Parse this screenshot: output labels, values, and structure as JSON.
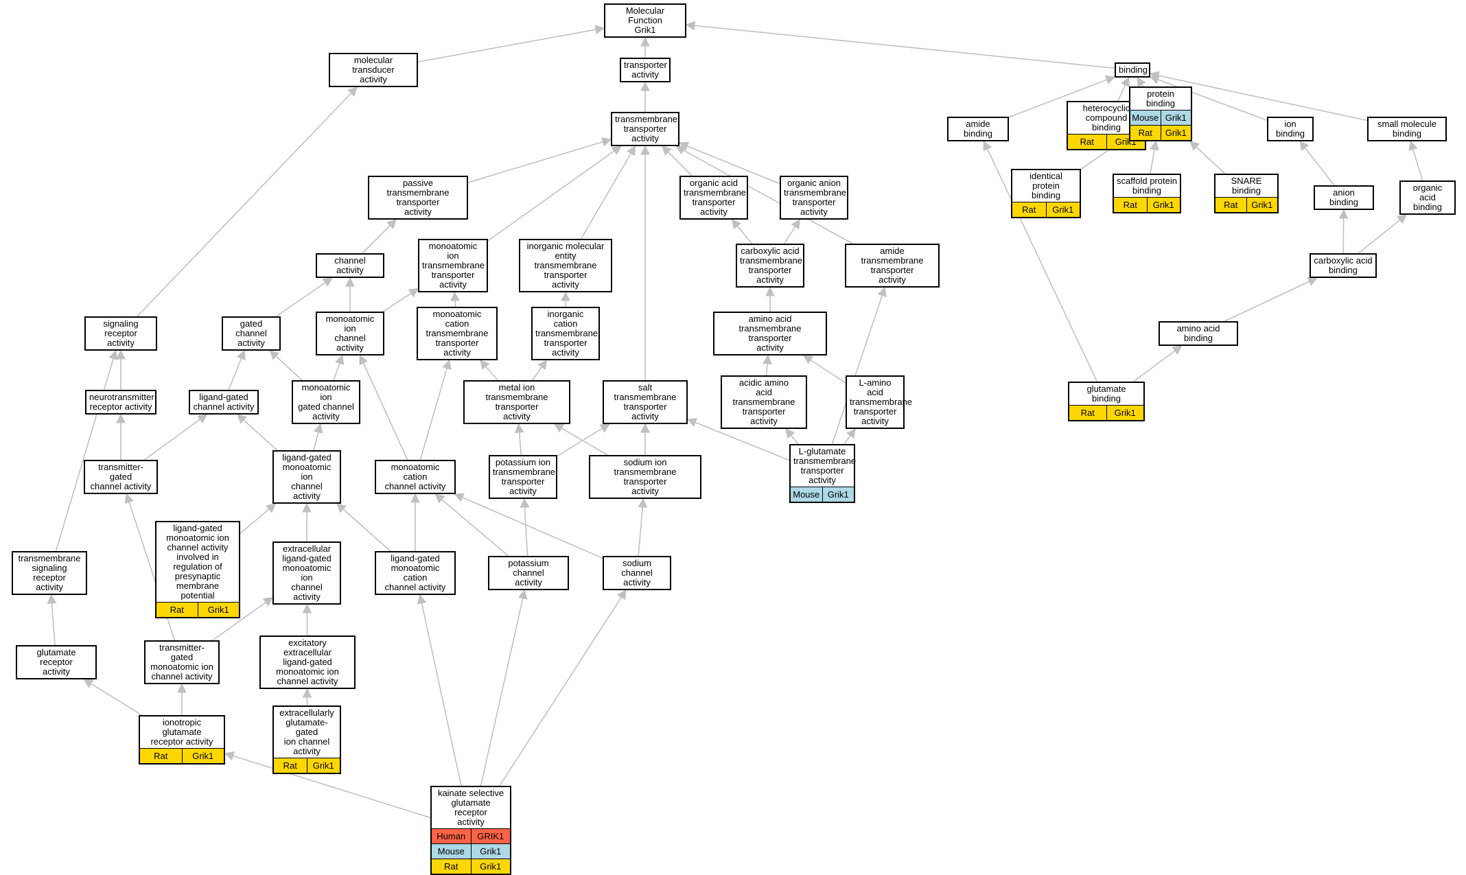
{
  "diagram": {
    "title": "Molecular Function Grik1",
    "colors": {
      "edge": "#c0c0c0",
      "border": "#000000",
      "Rat": "#ffd700",
      "Mouse": "#add8e6",
      "Human": "#ff6347"
    },
    "nodes": [
      {
        "id": "mf",
        "label": "Molecular Function\nGrik1"
      },
      {
        "id": "mta",
        "label": "molecular transducer\nactivity"
      },
      {
        "id": "ta",
        "label": "transporter\nactivity"
      },
      {
        "id": "binding",
        "label": "binding"
      },
      {
        "id": "tmta",
        "label": "transmembrane\ntransporter\nactivity"
      },
      {
        "id": "amideb",
        "label": "amide binding"
      },
      {
        "id": "hcb",
        "label": "heterocyclic\ncompound binding",
        "species": [
          [
            "Rat",
            "Grik1"
          ]
        ]
      },
      {
        "id": "protb",
        "label": "protein binding",
        "species": [
          [
            "Mouse",
            "Grik1"
          ],
          [
            "Rat",
            "Grik1"
          ]
        ]
      },
      {
        "id": "ionb",
        "label": "ion binding"
      },
      {
        "id": "smb",
        "label": "small molecule\nbinding"
      },
      {
        "id": "ptta",
        "label": "passive transmembrane\ntransporter\nactivity"
      },
      {
        "id": "oata",
        "label": "organic acid\ntransmembrane\ntransporter\nactivity"
      },
      {
        "id": "oanta",
        "label": "organic anion\ntransmembrane\ntransporter\nactivity"
      },
      {
        "id": "idpb",
        "label": "identical protein\nbinding",
        "species": [
          [
            "Rat",
            "Grik1"
          ]
        ]
      },
      {
        "id": "scafb",
        "label": "scaffold protein\nbinding",
        "species": [
          [
            "Rat",
            "Grik1"
          ]
        ]
      },
      {
        "id": "snareb",
        "label": "SNARE binding",
        "species": [
          [
            "Rat",
            "Grik1"
          ]
        ]
      },
      {
        "id": "anionb",
        "label": "anion binding"
      },
      {
        "id": "oab",
        "label": "organic acid\nbinding"
      },
      {
        "id": "chan",
        "label": "channel activity"
      },
      {
        "id": "mitta",
        "label": "monoatomic ion\ntransmembrane\ntransporter\nactivity"
      },
      {
        "id": "imetta",
        "label": "inorganic molecular\nentity transmembrane\ntransporter\nactivity"
      },
      {
        "id": "cata",
        "label": "carboxylic acid\ntransmembrane\ntransporter\nactivity"
      },
      {
        "id": "amidetta",
        "label": "amide transmembrane\ntransporter\nactivity"
      },
      {
        "id": "cab",
        "label": "carboxylic acid\nbinding"
      },
      {
        "id": "sra",
        "label": "signaling receptor\nactivity"
      },
      {
        "id": "gca",
        "label": "gated channel\nactivity"
      },
      {
        "id": "mica",
        "label": "monoatomic ion\nchannel activity"
      },
      {
        "id": "mcta",
        "label": "monoatomic cation\ntransmembrane\ntransporter\nactivity"
      },
      {
        "id": "icta",
        "label": "inorganic cation\ntransmembrane\ntransporter\nactivity"
      },
      {
        "id": "aata",
        "label": "amino acid transmembrane\ntransporter\nactivity"
      },
      {
        "id": "aab",
        "label": "amino acid binding"
      },
      {
        "id": "nra",
        "label": "neurotransmitter\nreceptor activity"
      },
      {
        "id": "lgca",
        "label": "ligand-gated\nchannel activity"
      },
      {
        "id": "migca",
        "label": "monoatomic ion\ngated channel\nactivity"
      },
      {
        "id": "metta",
        "label": "metal ion transmembrane\ntransporter\nactivity"
      },
      {
        "id": "salt",
        "label": "salt transmembrane\ntransporter\nactivity"
      },
      {
        "id": "aaata",
        "label": "acidic amino\nacid transmembrane\ntransporter\nactivity"
      },
      {
        "id": "laata",
        "label": "L-amino acid\ntransmembrane\ntransporter\nactivity"
      },
      {
        "id": "glub",
        "label": "glutamate binding",
        "species": [
          [
            "Rat",
            "Grik1"
          ]
        ]
      },
      {
        "id": "tgca",
        "label": "transmitter-gated\nchannel activity"
      },
      {
        "id": "lgmica",
        "label": "ligand-gated\nmonoatomic ion\nchannel activity"
      },
      {
        "id": "mcca",
        "label": "monoatomic cation\nchannel activity"
      },
      {
        "id": "kta",
        "label": "potassium ion\ntransmembrane\ntransporter\nactivity"
      },
      {
        "id": "nata",
        "label": "sodium ion transmembrane\ntransporter\nactivity"
      },
      {
        "id": "lglu",
        "label": "L-glutamate\ntransmembrane\ntransporter\nactivity",
        "species": [
          [
            "Mouse",
            "Grik1"
          ]
        ]
      },
      {
        "id": "lgpres",
        "label": "ligand-gated\nmonoatomic ion\nchannel activity\ninvolved in\nregulation of\npresynaptic\nmembrane potential",
        "species": [
          [
            "Rat",
            "Grik1"
          ]
        ]
      },
      {
        "id": "tsra",
        "label": "transmembrane\nsignaling receptor\nactivity"
      },
      {
        "id": "elgmica",
        "label": "extracellular\nligand-gated\nmonoatomic ion\nchannel activity"
      },
      {
        "id": "lgmcca",
        "label": "ligand-gated\nmonoatomic cation\nchannel activity"
      },
      {
        "id": "kca",
        "label": "potassium channel\nactivity"
      },
      {
        "id": "naca",
        "label": "sodium channel\nactivity"
      },
      {
        "id": "gra",
        "label": "glutamate receptor\nactivity"
      },
      {
        "id": "tgmica",
        "label": "transmitter-gated\nmonoatomic ion\nchannel activity"
      },
      {
        "id": "eelgmica",
        "label": "excitatory extracellular\nligand-gated\nmonoatomic ion\nchannel activity"
      },
      {
        "id": "igra",
        "label": "ionotropic glutamate\nreceptor activity",
        "species": [
          [
            "Rat",
            "Grik1"
          ]
        ]
      },
      {
        "id": "eggica",
        "label": "extracellularly\nglutamate-gated\nion channel\nactivity",
        "species": [
          [
            "Rat",
            "Grik1"
          ]
        ]
      },
      {
        "id": "ksgra",
        "label": "kainate selective\nglutamate receptor\nactivity",
        "species": [
          [
            "Human",
            "GRIK1"
          ],
          [
            "Mouse",
            "Grik1"
          ],
          [
            "Rat",
            "Grik1"
          ]
        ]
      }
    ],
    "edges": [
      [
        "mta",
        "mf"
      ],
      [
        "ta",
        "mf"
      ],
      [
        "binding",
        "mf"
      ],
      [
        "tmta",
        "ta"
      ],
      [
        "sra",
        "mta"
      ],
      [
        "amideb",
        "binding"
      ],
      [
        "hcb",
        "binding"
      ],
      [
        "protb",
        "binding"
      ],
      [
        "ionb",
        "binding"
      ],
      [
        "smb",
        "binding"
      ],
      [
        "ptta",
        "tmta"
      ],
      [
        "mitta",
        "tmta"
      ],
      [
        "imetta",
        "tmta"
      ],
      [
        "oata",
        "tmta"
      ],
      [
        "oanta",
        "tmta"
      ],
      [
        "amidetta",
        "tmta"
      ],
      [
        "salt",
        "tmta"
      ],
      [
        "idpb",
        "protb"
      ],
      [
        "scafb",
        "protb"
      ],
      [
        "snareb",
        "protb"
      ],
      [
        "anionb",
        "ionb"
      ],
      [
        "oab",
        "smb"
      ],
      [
        "cab",
        "anionb"
      ],
      [
        "cab",
        "oab"
      ],
      [
        "aab",
        "cab"
      ],
      [
        "glub",
        "aab"
      ],
      [
        "glub",
        "amideb"
      ],
      [
        "chan",
        "ptta"
      ],
      [
        "gca",
        "chan"
      ],
      [
        "mica",
        "chan"
      ],
      [
        "mica",
        "mitta"
      ],
      [
        "mcta",
        "mitta"
      ],
      [
        "icta",
        "imetta"
      ],
      [
        "cata",
        "oata"
      ],
      [
        "cata",
        "oanta"
      ],
      [
        "aata",
        "cata"
      ],
      [
        "aaata",
        "aata"
      ],
      [
        "laata",
        "aata"
      ],
      [
        "lglu",
        "aaata"
      ],
      [
        "lglu",
        "laata"
      ],
      [
        "lglu",
        "salt"
      ],
      [
        "lglu",
        "amidetta"
      ],
      [
        "lgca",
        "gca"
      ],
      [
        "migca",
        "gca"
      ],
      [
        "migca",
        "mica"
      ],
      [
        "mcca",
        "mica"
      ],
      [
        "mcca",
        "mcta"
      ],
      [
        "metta",
        "mcta"
      ],
      [
        "metta",
        "icta"
      ],
      [
        "kta",
        "metta"
      ],
      [
        "nata",
        "metta"
      ],
      [
        "kta",
        "salt"
      ],
      [
        "nata",
        "salt"
      ],
      [
        "nra",
        "sra"
      ],
      [
        "tgca",
        "nra"
      ],
      [
        "tgca",
        "lgca"
      ],
      [
        "lgmica",
        "lgca"
      ],
      [
        "lgmica",
        "migca"
      ],
      [
        "elgmica",
        "lgmica"
      ],
      [
        "lgpres",
        "lgmica"
      ],
      [
        "lgmcca",
        "lgmica"
      ],
      [
        "lgmcca",
        "mcca"
      ],
      [
        "kca",
        "mcca"
      ],
      [
        "kca",
        "kta"
      ],
      [
        "naca",
        "mcca"
      ],
      [
        "naca",
        "nata"
      ],
      [
        "tsra",
        "sra"
      ],
      [
        "gra",
        "tsra"
      ],
      [
        "tgmica",
        "tgca"
      ],
      [
        "tgmica",
        "elgmica"
      ],
      [
        "eelgmica",
        "elgmica"
      ],
      [
        "igra",
        "gra"
      ],
      [
        "igra",
        "tgmica"
      ],
      [
        "eggica",
        "eelgmica"
      ],
      [
        "ksgra",
        "igra"
      ],
      [
        "ksgra",
        "lgmcca"
      ],
      [
        "ksgra",
        "kca"
      ],
      [
        "ksgra",
        "naca"
      ]
    ]
  }
}
